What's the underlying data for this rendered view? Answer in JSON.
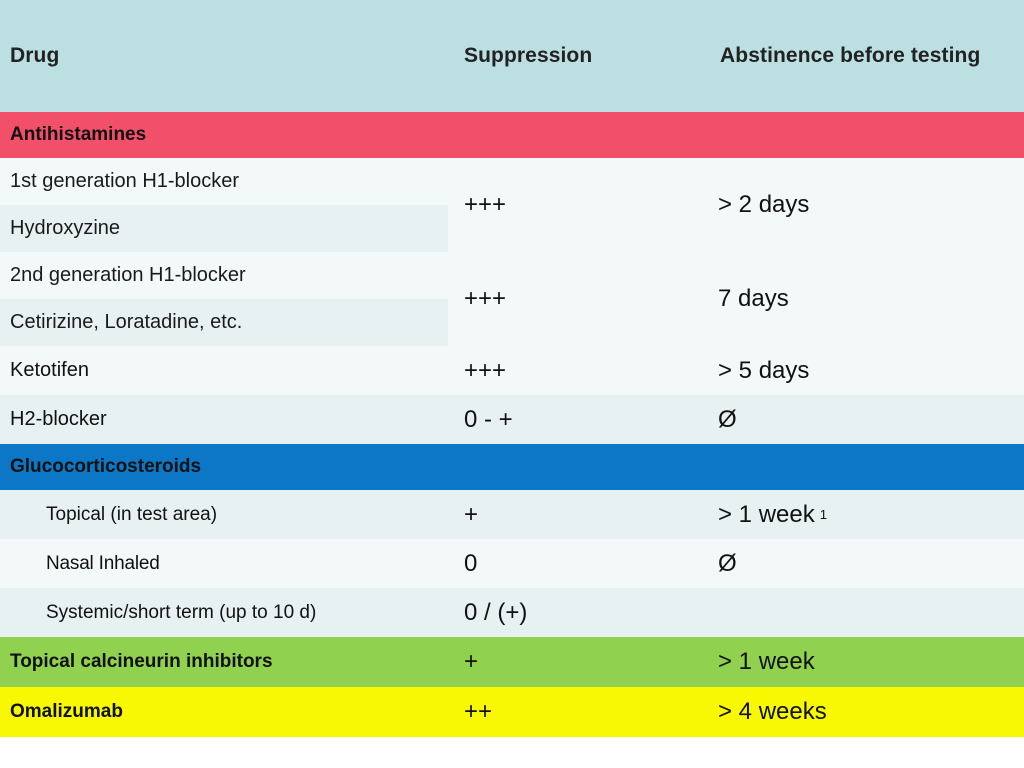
{
  "table": {
    "columns": {
      "drug": "Drug",
      "suppression": "Suppression",
      "abstinence": "Abstinence before testing"
    },
    "colors": {
      "header_bg": "#bcdfe2",
      "antihistamines_bg": "#f2506a",
      "glucocorticosteroids_bg": "#0b77c6",
      "calcineurin_bg": "#91d150",
      "omalizumab_bg": "#f8f802",
      "row_light": "#f3f8f9",
      "row_tint": "#e7f1f1",
      "text": "#111111"
    },
    "sections": {
      "antihistamines": {
        "title": "Antihistamines",
        "groups": [
          {
            "names": [
              "1st generation H1-blocker",
              "Hydroxyzine"
            ],
            "suppression": "+++",
            "abstinence": "> 2 days"
          },
          {
            "names": [
              "2nd generation H1-blocker",
              "Cetirizine, Loratadine, etc."
            ],
            "suppression": "+++",
            "abstinence": "7 days"
          }
        ],
        "rows": [
          {
            "name": "Ketotifen",
            "suppression": "+++",
            "abstinence": "> 5 days"
          },
          {
            "name": "H2-blocker",
            "suppression": "0 - +",
            "abstinence": "Ø"
          }
        ]
      },
      "glucocorticosteroids": {
        "title": "Glucocorticosteroids",
        "rows": [
          {
            "name": "Topical (in test area)",
            "suppression": "+",
            "abstinence": "> 1 week",
            "footnote": "1"
          },
          {
            "name": "Nasal Inhaled",
            "suppression": "0",
            "abstinence": "Ø",
            "footnote": ""
          },
          {
            "name": "Systemic/short term (up to 10 d)",
            "suppression": "0 / (+)",
            "abstinence": "",
            "footnote": ""
          }
        ]
      },
      "calcineurin": {
        "title": "Topical calcineurin inhibitors",
        "suppression": "+",
        "abstinence": "> 1 week"
      },
      "omalizumab": {
        "title": "Omalizumab",
        "suppression": "++",
        "abstinence": "> 4 weeks"
      }
    }
  }
}
